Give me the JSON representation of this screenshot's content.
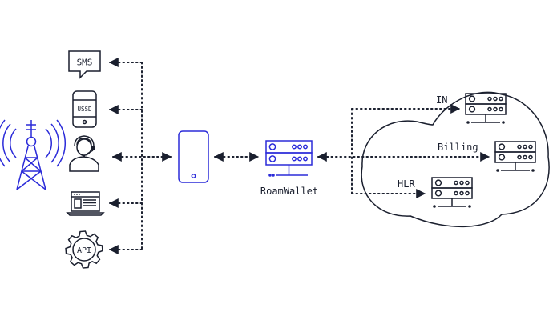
{
  "colors": {
    "ink": "#1a1f2e",
    "accent": "#2b2bd9",
    "background": "#ffffff"
  },
  "channels": {
    "sms_label": "SMS",
    "ussd_label": "USSD",
    "api_label": "API"
  },
  "hub": {
    "label": "RoamWallet"
  },
  "network": {
    "in_label": "IN",
    "billing_label": "Billing",
    "hlr_label": "HLR"
  },
  "icons": [
    "cell-tower-icon",
    "sms-bubble-icon",
    "ussd-phone-icon",
    "call-agent-icon",
    "web-laptop-icon",
    "api-gear-icon",
    "smartphone-icon",
    "server-icon",
    "cloud-icon"
  ]
}
